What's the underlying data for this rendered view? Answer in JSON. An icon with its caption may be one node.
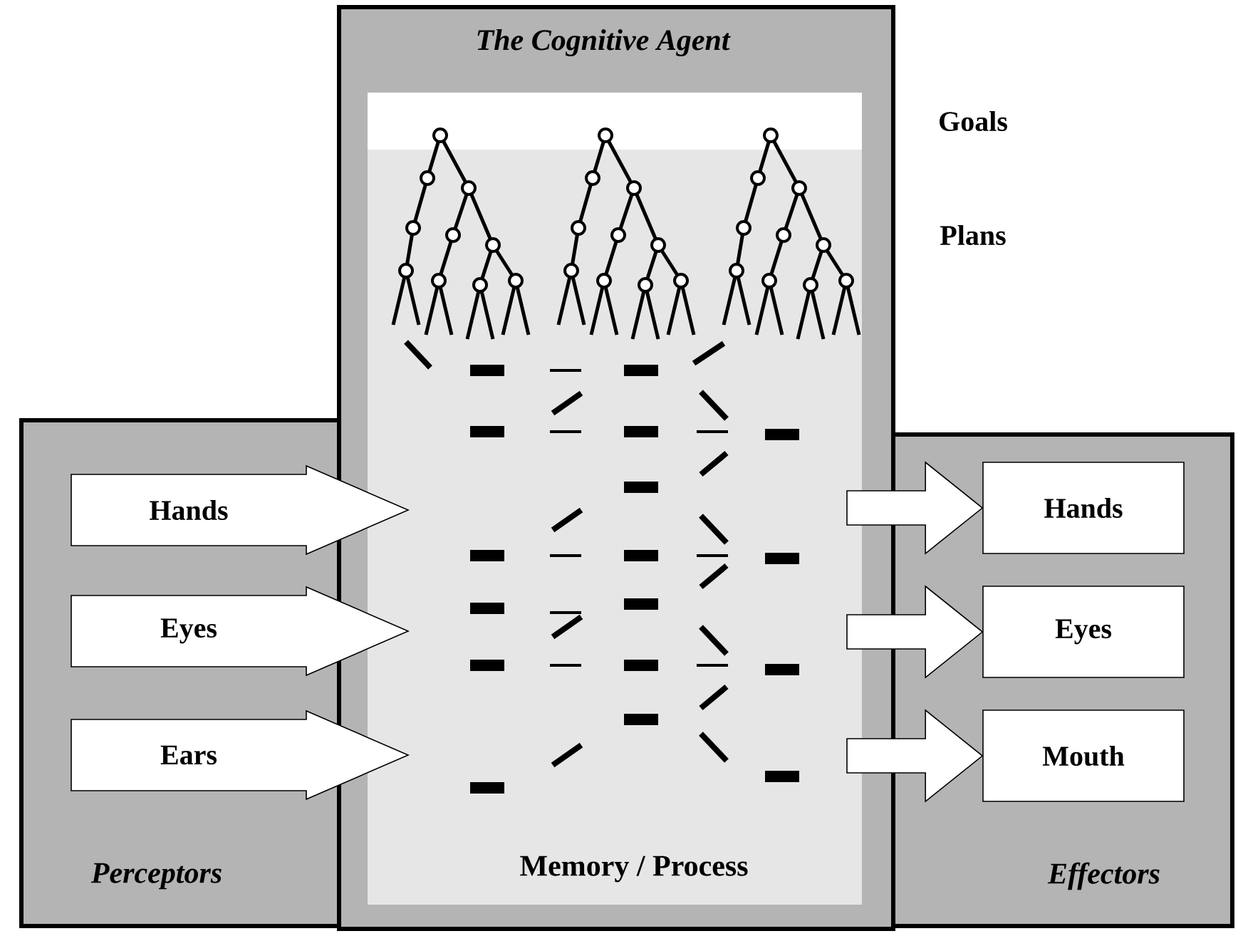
{
  "diagram": {
    "nodes": [
      {
        "text": [
          "Perceptors"
        ]
      },
      {
        "text": [
          "The Cognitive Agent",
          "Memory / Process"
        ]
      },
      {
        "text": [
          "Effectors"
        ]
      },
      {
        "text": [
          "Hands"
        ],
        "in": 2
      },
      {
        "text": [
          "Eyes"
        ],
        "in": 2
      },
      {
        "text": [
          "Mouth"
        ],
        "in": 2
      }
    ],
    "edges": [
      {
        "from": null,
        "to": 1,
        "arrow": "to",
        "label": "Hands"
      },
      {
        "from": null,
        "to": 1,
        "arrow": "to",
        "label": "Eyes"
      },
      {
        "from": null,
        "to": 1,
        "arrow": "to",
        "label": "Ears"
      },
      {
        "from": 1,
        "to": 3,
        "arrow": "to"
      },
      {
        "from": 1,
        "to": 4,
        "arrow": "to"
      },
      {
        "from": 1,
        "to": 5,
        "arrow": "to"
      }
    ],
    "labels": [
      "Goals",
      "Plans"
    ]
  }
}
